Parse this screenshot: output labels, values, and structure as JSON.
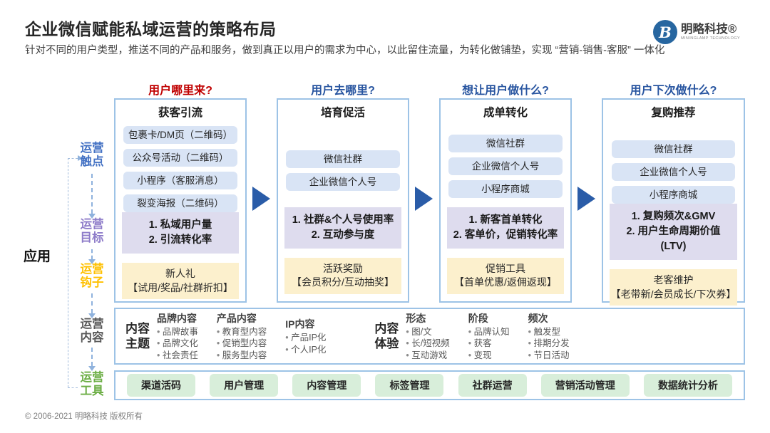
{
  "header": {
    "title": "企业微信赋能私域运营的策略布局",
    "subtitle": "针对不同的用户类型，推送不同的产品和服务，做到真正以用户的需求为中心，以此留住流量，为转化做铺垫，实现 “营销-销售-客服” 一体化",
    "logo": {
      "mark": "B",
      "name": "明略科技®",
      "sub": "MININGLAMP TECHNOLOGY"
    }
  },
  "colors": {
    "question_red": "#c00000",
    "question_blue": "#2855a0",
    "arrow_blue": "#2a5ca8",
    "touchpoint_bg": "#d9e4f5",
    "goal_bg": "#dedcee",
    "hook_bg": "#fcf0cd",
    "tool_bg": "#d8eeda",
    "box_border": "#9dc3e6"
  },
  "left_rail": {
    "apply_label": "应用",
    "labels": [
      {
        "text": "运营\n触点",
        "color": "#4472c4"
      },
      {
        "text": "运营\n目标",
        "color": "#8e7cc9"
      },
      {
        "text": "运营\n钩子",
        "color": "#ffc000"
      },
      {
        "text": "运营\n内容",
        "color": "#595959"
      },
      {
        "text": "运营\n工具",
        "color": "#6cae45"
      }
    ]
  },
  "columns": [
    {
      "question": "用户哪里来?",
      "question_color": "#c00000",
      "stage": "获客引流",
      "touchpoints": [
        "包裹卡/DM页（二维码）",
        "公众号活动（二维码）",
        "小程序（客服消息）",
        "裂变海报（二维码）"
      ],
      "goal": "1. 私域用户量\n2. 引流转化率",
      "hook": "新人礼\n【试用/奖品/社群折扣】"
    },
    {
      "question": "用户去哪里?",
      "question_color": "#2855a0",
      "stage": "培育促活",
      "touchpoints": [
        "微信社群",
        "企业微信个人号"
      ],
      "goal": "1. 社群&个人号使用率\n2. 互动参与度",
      "hook": "活跃奖励\n【会员积分/互动抽奖】"
    },
    {
      "question": "想让用户做什么?",
      "question_color": "#2855a0",
      "stage": "成单转化",
      "touchpoints": [
        "微信社群",
        "企业微信个人号",
        "小程序商城"
      ],
      "goal": "1. 新客首单转化\n2. 客单价，促销转化率",
      "hook": "促销工具\n【首单优惠/返佣返现】"
    },
    {
      "question": "用户下次做什么?",
      "question_color": "#2855a0",
      "stage": "复购推荐",
      "touchpoints": [
        "微信社群",
        "企业微信个人号",
        "小程序商城"
      ],
      "goal": "1. 复购频次&GMV\n2. 用户生命周期价值\n(LTV)",
      "hook": "老客维护\n【老带新/会员成长/下次券】"
    }
  ],
  "content_section": {
    "groups": [
      {
        "label": "内容\n主题",
        "cols": [
          {
            "title": "品牌内容",
            "items": [
              "品牌故事",
              "品牌文化",
              "社会责任"
            ]
          },
          {
            "title": "产品内容",
            "items": [
              "教育型内容",
              "促销型内容",
              "服务型内容"
            ]
          },
          {
            "title": "IP内容",
            "items": [
              "产品IP化",
              "个人IP化"
            ]
          }
        ]
      },
      {
        "label": "内容\n体验",
        "cols": [
          {
            "title": "形态",
            "items": [
              "图/文",
              "长/短视频",
              "互动游戏"
            ]
          },
          {
            "title": "阶段",
            "items": [
              "品牌认知",
              "获客",
              "变现"
            ]
          },
          {
            "title": "频次",
            "items": [
              "触发型",
              "排期分发",
              "节日活动"
            ]
          }
        ]
      }
    ]
  },
  "tools": [
    "渠道活码",
    "用户管理",
    "内容管理",
    "标签管理",
    "社群运营",
    "营销活动管理",
    "数据统计分析"
  ],
  "footer": "© 2006-2021 明略科技 版权所有"
}
